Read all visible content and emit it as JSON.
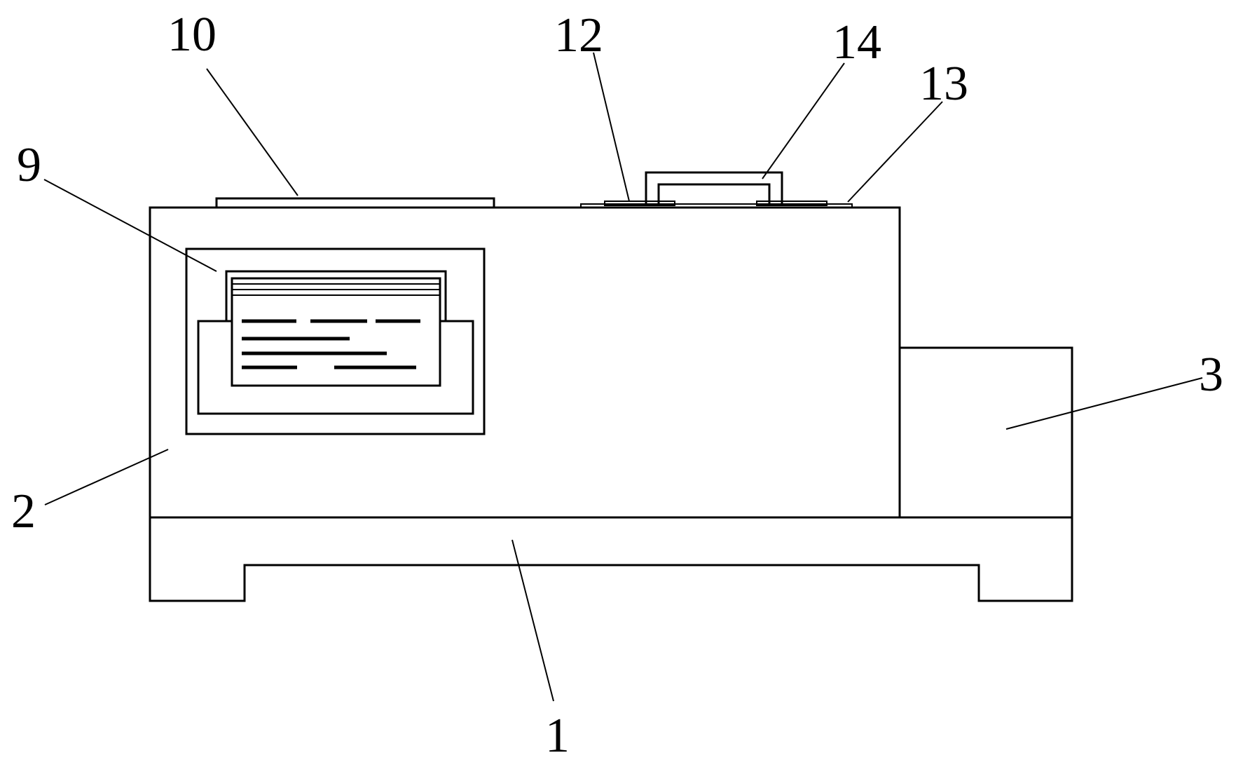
{
  "diagram": {
    "colors": {
      "line": "#000000",
      "background": "#ffffff"
    },
    "labels": {
      "base": "1",
      "main_housing": "2",
      "side_box": "3",
      "display_panel": "9",
      "top_plate": "10",
      "lid_left_plate": "12",
      "lid_right_plate": "13",
      "handle": "14"
    }
  }
}
